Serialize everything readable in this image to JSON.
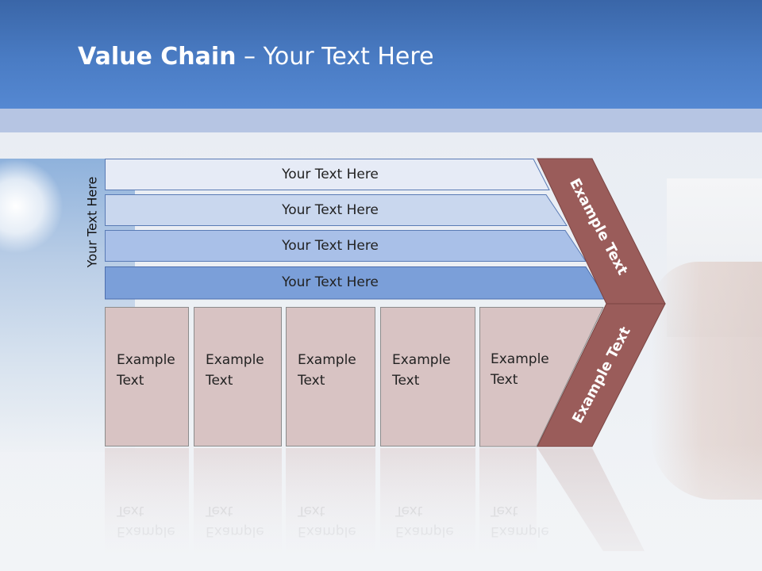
{
  "slide": {
    "title_bold": "Value Chain",
    "title_rest": " – Your Text Here",
    "side_label": "Your Text Here",
    "bars": [
      {
        "label": "Your Text Here",
        "color": "#e6ebf6"
      },
      {
        "label": "Your Text Here",
        "color": "#c9d7ee"
      },
      {
        "label": "Your Text Here",
        "color": "#a9c0e8"
      },
      {
        "label": "Your Text Here",
        "color": "#7b9fd9"
      }
    ],
    "boxes": [
      {
        "line1": "Example",
        "line2": "Text"
      },
      {
        "line1": "Example",
        "line2": "Text"
      },
      {
        "line1": "Example",
        "line2": "Text"
      },
      {
        "line1": "Example",
        "line2": "Text"
      },
      {
        "line1": "Example",
        "line2": "Text"
      }
    ],
    "chevron_top_label": "Example Text",
    "chevron_bottom_label": "Example Text",
    "colors": {
      "header": "#4a7cc4",
      "box_fill": "#d8c3c3",
      "chevron_fill": "#9a5c5a"
    }
  }
}
